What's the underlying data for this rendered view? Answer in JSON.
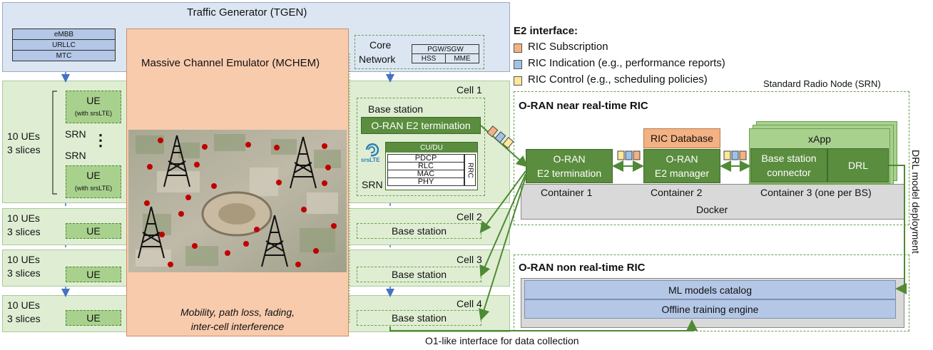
{
  "tgen": {
    "title": "Traffic Generator (TGEN)",
    "slices": [
      "eMBB",
      "URLLC",
      "MTC"
    ]
  },
  "mchem": {
    "title": "Massive  Channel Emulator (MCHEM)",
    "caption_line1": "Mobility, path loss, fading,",
    "caption_line2": "inter-cell interference"
  },
  "core": {
    "label_line1": "Core",
    "label_line2": "Network",
    "top": "PGW/SGW",
    "bl": "HSS",
    "br": "MME"
  },
  "ue_groups": [
    {
      "l1": "10 UEs",
      "l2": "3 slices"
    },
    {
      "l1": "10 UEs",
      "l2": "3 slices"
    },
    {
      "l1": "10 UEs",
      "l2": "3 slices"
    },
    {
      "l1": "10 UEs",
      "l2": "3 slices"
    }
  ],
  "ue": {
    "label": "UE",
    "with": "(with srsLTE)",
    "srn": "SRN",
    "dots": "⋮"
  },
  "cells": {
    "cell1": "Cell 1",
    "cell2": "Cell 2",
    "cell3": "Cell 3",
    "cell4": "Cell 4",
    "bs": "Base station",
    "e2term": "O-RAN  E2 termination",
    "cudu": "CU/DU",
    "stack": [
      "PDCP",
      "RLC",
      "MAC",
      "PHY"
    ],
    "rrc": "RRC",
    "srn": "SRN",
    "srslte": "srsLTE"
  },
  "legend": {
    "title": "E2 interface:",
    "items": [
      {
        "label": "RIC Subscription",
        "color": "#f4b183"
      },
      {
        "label": "RIC Indication (e.g., performance reports)",
        "color": "#9dc3e6"
      },
      {
        "label": "RIC Control (e.g., scheduling policies)",
        "color": "#ffe699"
      }
    ]
  },
  "srn_label": "Standard Radio Node (SRN)",
  "near_rt": {
    "title": "O-RAN near real-time RIC",
    "e2term_l1": "O-RAN",
    "e2term_l2": "E2 termination",
    "ric_db": "RIC Database",
    "e2mgr_l1": "O-RAN",
    "e2mgr_l2": "E2 manager",
    "xapp": "xApp",
    "bs_conn_l1": "Base station",
    "bs_conn_l2": "connector",
    "drl": "DRL",
    "c1": "Container 1",
    "c2": "Container 2",
    "c3": "Container 3 (one per BS)",
    "docker": "Docker"
  },
  "non_rt": {
    "title": "O-RAN non real-time RIC",
    "catalog": "ML models catalog",
    "training": "Offline training engine"
  },
  "drl_deploy": "DRL model deployment",
  "o1": "O1-like interface for data collection"
}
